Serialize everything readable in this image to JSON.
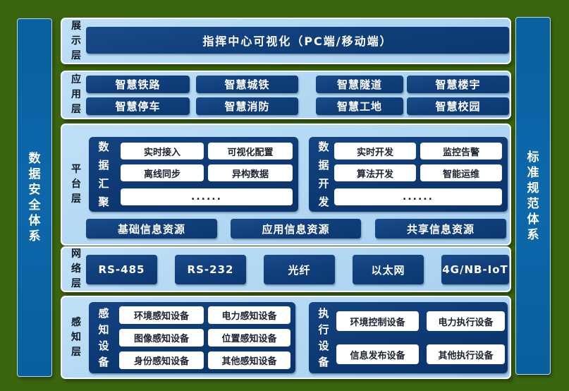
{
  "colors": {
    "background_green": "#3a650e",
    "pillar_blue": "#0d68ab",
    "panel_light_blue": "#b1d7f2",
    "box_navy": "#113f7b",
    "group_navy": "#0d3a74",
    "panel_label_text": "#0d1726",
    "white_box_text": "#1b2230"
  },
  "pillars": {
    "left": "数据安全体系",
    "right": "标准规范体系"
  },
  "layers": {
    "presentation": {
      "label": "展示层",
      "box": "指挥中心可视化（PC端/移动端）"
    },
    "application": {
      "label": "应用层",
      "boxes": [
        "智慧铁路",
        "智慧城铁",
        "智慧隧道",
        "智慧楼宇",
        "智慧停车",
        "智慧消防",
        "智慧工地",
        "智慧校园"
      ]
    },
    "platform": {
      "label": "平台层",
      "groups": [
        {
          "label": "数据汇聚",
          "boxes": [
            "实时接入",
            "可视化配置",
            "离线同步",
            "异构数据"
          ],
          "more": "......"
        },
        {
          "label": "数据开发",
          "boxes": [
            "实时开发",
            "监控告警",
            "算法开发",
            "智能运维"
          ],
          "more": "......"
        }
      ],
      "resources": [
        "基础信息资源",
        "应用信息资源",
        "共享信息资源"
      ]
    },
    "network": {
      "label": "网络层",
      "boxes": [
        "RS-485",
        "RS-232",
        "光纤",
        "以太网",
        "4G/NB-IoT"
      ]
    },
    "perception": {
      "label": "感知层",
      "groups": [
        {
          "label": "感知设备",
          "boxes": [
            "环境感知设备",
            "电力感知设备",
            "图像感知设备",
            "位置感知设备",
            "身份感知设备",
            "其他感知设备"
          ]
        },
        {
          "label": "执行设备",
          "boxes": [
            "环境控制设备",
            "电力执行设备",
            "信息发布设备",
            "其他执行设备"
          ]
        }
      ]
    }
  }
}
